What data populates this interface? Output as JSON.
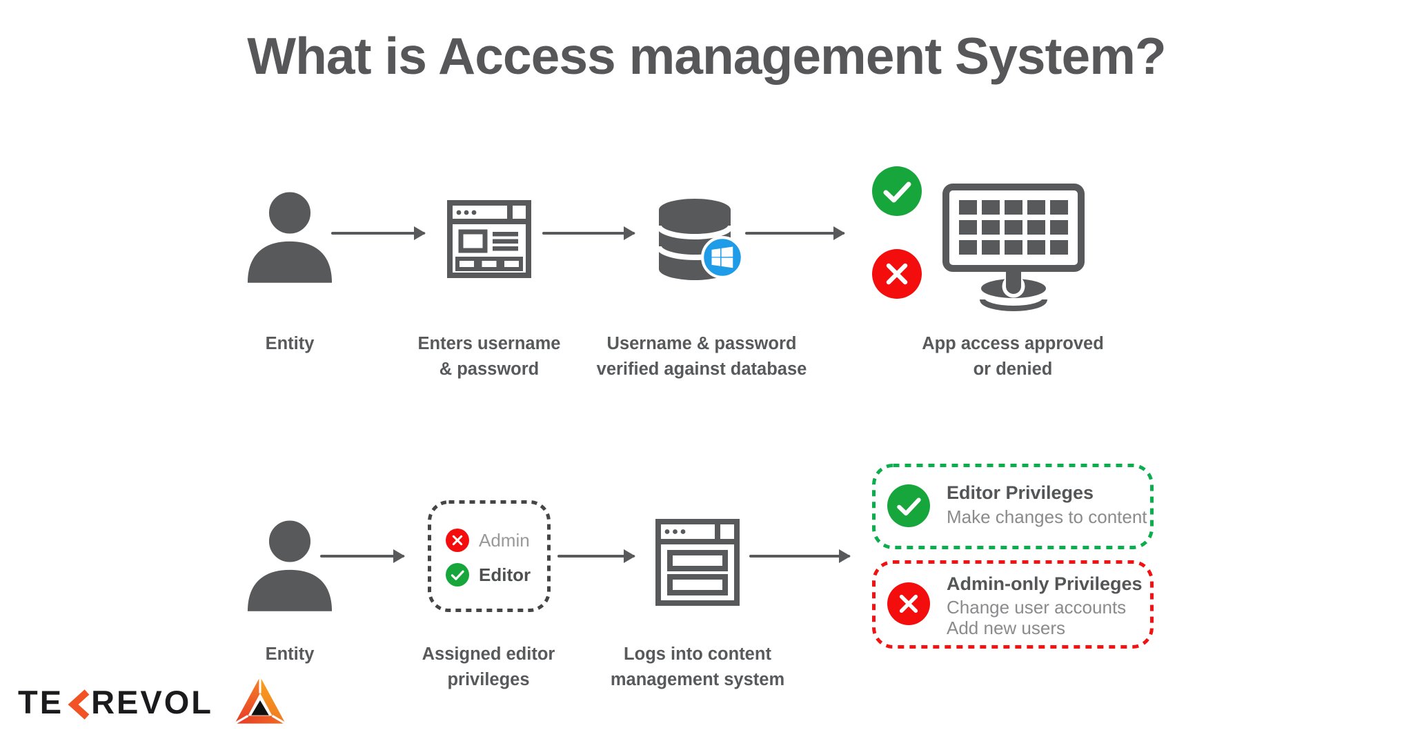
{
  "page": {
    "title": "What is Access management System?"
  },
  "row1": {
    "steps": [
      {
        "caption": [
          "Entity"
        ]
      },
      {
        "caption": [
          "Enters username",
          "& password"
        ]
      },
      {
        "caption": [
          "Username & password",
          "verified against database"
        ]
      },
      {
        "caption": [
          "App access approved",
          "or denied"
        ]
      }
    ]
  },
  "row2": {
    "entity_caption": [
      "Entity"
    ],
    "privilege_box": {
      "denied": "Admin",
      "granted": "Editor"
    },
    "privilege_caption": [
      "Assigned editor",
      "privileges"
    ],
    "cms_caption": [
      "Logs into content",
      "management system"
    ],
    "editor_box": {
      "title": "Editor Privileges",
      "lines": [
        "Make changes to content"
      ]
    },
    "admin_box": {
      "title": "Admin-only Privileges",
      "lines": [
        "Change user accounts",
        "Add new users"
      ]
    }
  },
  "logo": {
    "text_left": "TE",
    "text_right": "REVOL"
  },
  "colors": {
    "icon_gray": "#58595B",
    "success_green": "#17A63C",
    "error_red": "#F40D0D",
    "windows_blue": "#1E9CE8",
    "dash_green": "#0BAD4C",
    "dash_red": "#F21212",
    "dash_dark": "#454547",
    "logo_orange": "#F15324"
  }
}
